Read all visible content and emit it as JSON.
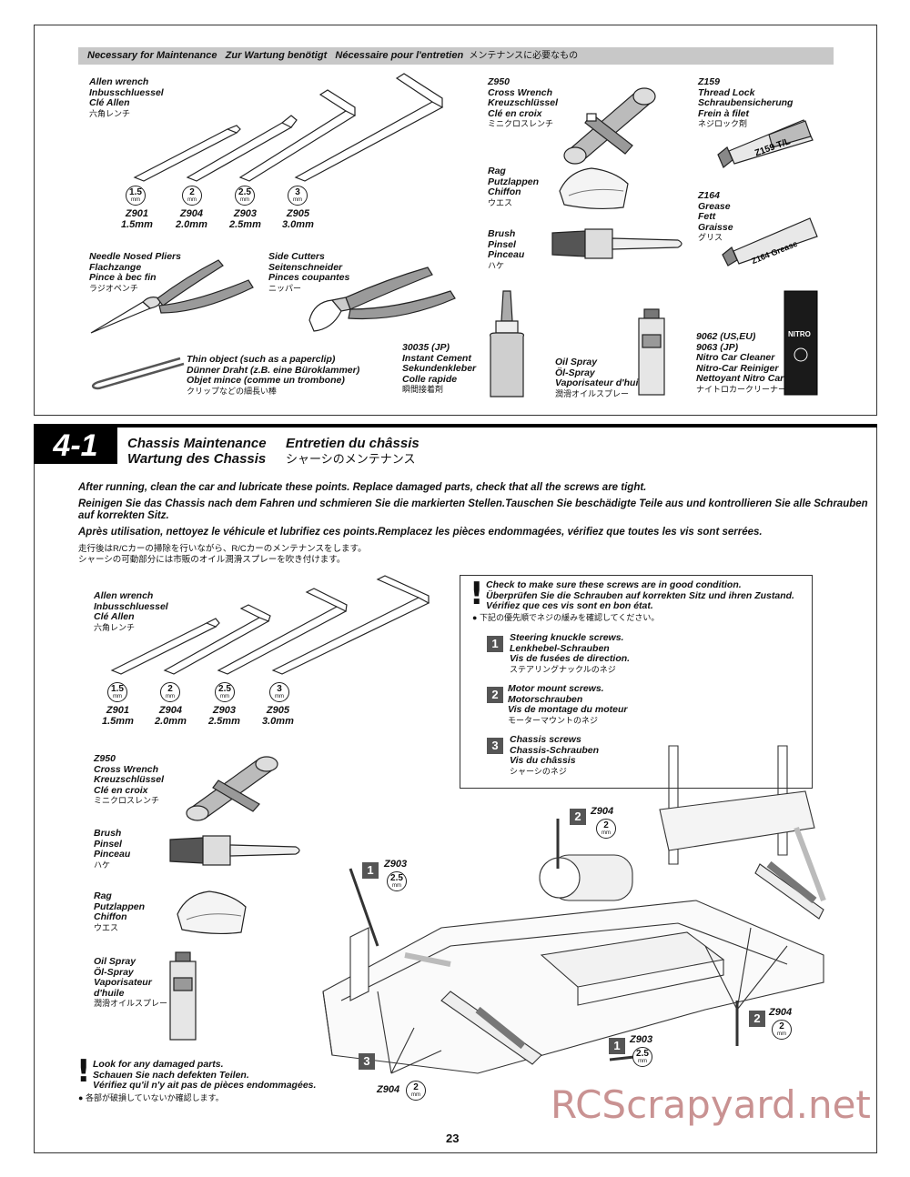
{
  "maint_header": {
    "en": "Necessary for Maintenance",
    "de": "Zur Wartung benötigt",
    "fr": "Nécessaire pour l'entretien",
    "ja": "メンテナンスに必要なもの"
  },
  "tools_top": {
    "allen": [
      "Allen wrench",
      "Inbusschluessel",
      "Clé Allen",
      "六角レンチ"
    ],
    "allen_sizes": [
      {
        "size": "1.5",
        "unit": "mm",
        "code": "Z901",
        "label": "1.5mm"
      },
      {
        "size": "2",
        "unit": "mm",
        "code": "Z904",
        "label": "2.0mm"
      },
      {
        "size": "2.5",
        "unit": "mm",
        "code": "Z903",
        "label": "2.5mm"
      },
      {
        "size": "3",
        "unit": "mm",
        "code": "Z905",
        "label": "3.0mm"
      }
    ],
    "pliers": [
      "Needle Nosed Pliers",
      "Flachzange",
      "Pince à bec fin",
      "ラジオペンチ"
    ],
    "cutters": [
      "Side Cutters",
      "Seitenschneider",
      "Pinces coupantes",
      "ニッパー"
    ],
    "thin": [
      "Thin object (such as a paperclip)",
      "Dünner Draht (z.B. eine Büroklammer)",
      "Objet mince (comme un trombone)",
      "クリップなどの細長い棒"
    ],
    "cross": [
      "Z950",
      "Cross Wrench",
      "Kreuzschlüssel",
      "Clé en croix",
      "ミニクロスレンチ"
    ],
    "rag": [
      "Rag",
      "Putzlappen",
      "Chiffon",
      "ウエス"
    ],
    "brush": [
      "Brush",
      "Pinsel",
      "Pinceau",
      "ハケ"
    ],
    "cement": [
      "30035 (JP)",
      "Instant Cement",
      "Sekundenkleber",
      "Colle rapide",
      "瞬間接着剤"
    ],
    "oil": [
      "Oil Spray",
      "Öl-Spray",
      "Vaporisateur d'huile",
      "潤滑オイルスプレー"
    ],
    "threadlock": [
      "Z159",
      "Thread Lock",
      "Schraubensicherung",
      "Frein à filet",
      "ネジロック剤"
    ],
    "grease": [
      "Z164",
      "Grease",
      "Fett",
      "Graisse",
      "グリス"
    ],
    "cleaner": [
      "9062 (US,EU)",
      "9063 (JP)",
      "Nitro Car Cleaner",
      "Nitro-Car Reiniger",
      "Nettoyant Nitro Car",
      "ナイトロカークリーナー"
    ],
    "tube_labels": {
      "threadlock": "Z159 T/L",
      "grease": "Z164 Grease",
      "can": "NITRO"
    }
  },
  "step": {
    "number": "4-1",
    "title_en": "Chassis Maintenance",
    "title_fr": "Entretien du châssis",
    "title_de": "Wartung des Chassis",
    "title_ja": "シャーシのメンテナンス"
  },
  "instructions": {
    "en": "After running, clean the car and lubricate these points. Replace damaged parts, check that all the screws are tight.",
    "de": "Reinigen Sie das Chassis nach dem Fahren und schmieren Sie die markierten Stellen.Tauschen Sie beschädigte Teile aus und kontrollieren Sie alle Schrauben auf korrekten Sitz.",
    "fr": "Après utilisation, nettoyez le véhicule et lubrifiez ces points.Remplacez les pièces endommagées, vérifiez que toutes les vis sont serrées.",
    "ja1": "走行後はR/Cカーの掃除を行いながら、R/Cカーのメンテナンスをします。",
    "ja2": "シャーシの可動部分には市販のオイル潤滑スプレーを吹き付けます。"
  },
  "tools_step": {
    "allen": [
      "Allen wrench",
      "Inbusschluessel",
      "Clé Allen",
      "六角レンチ"
    ],
    "cross": [
      "Z950",
      "Cross Wrench",
      "Kreuzschlüssel",
      "Clé en croix",
      "ミニクロスレンチ"
    ],
    "brush": [
      "Brush",
      "Pinsel",
      "Pinceau",
      "ハケ"
    ],
    "rag": [
      "Rag",
      "Putzlappen",
      "Chiffon",
      "ウエス"
    ],
    "oil": [
      "Oil Spray",
      "Öl-Spray",
      "Vaporisateur",
      "d'huile",
      "潤滑オイルスプレー"
    ]
  },
  "check_box": {
    "lines": [
      "Check to make sure these screws are in good condition.",
      "Überprüfen Sie die Schrauben auf korrekten Sitz und ihren Zustand.",
      "Vérifiez que ces vis sont en bon état."
    ],
    "ja": "下記の優先順でネジの緩みを確認してください。",
    "items": [
      {
        "num": "1",
        "lines": [
          "Steering knuckle screws.",
          "Lenkhebel-Schrauben",
          "Vis de fusées de direction."
        ],
        "ja": "ステアリングナックルのネジ"
      },
      {
        "num": "2",
        "lines": [
          "Motor mount screws.",
          "Motorschrauben",
          "Vis de montage du moteur"
        ],
        "ja": "モーターマウントのネジ"
      },
      {
        "num": "3",
        "lines": [
          "Chassis screws",
          "Chassis-Schrauben",
          "Vis du châssis"
        ],
        "ja": "シャーシのネジ"
      }
    ]
  },
  "damage_note": {
    "lines": [
      "Look for any damaged parts.",
      "Schauen Sie nach defekten Teilen.",
      "Vérifiez qu'il n'y ait pas de pièces endommagées."
    ],
    "ja": "各部が破損していないか確認します。"
  },
  "callouts": [
    {
      "num": "2",
      "code": "Z904",
      "size": "2"
    },
    {
      "num": "1",
      "code": "Z903",
      "size": "2.5"
    },
    {
      "num": "2",
      "code": "Z904",
      "size": "2"
    },
    {
      "num": "1",
      "code": "Z903",
      "size": "2.5"
    },
    {
      "num": "3",
      "code": "Z904",
      "size": "2"
    }
  ],
  "mm": "mm",
  "page_number": "23",
  "watermark": "RCScrapyard.net"
}
